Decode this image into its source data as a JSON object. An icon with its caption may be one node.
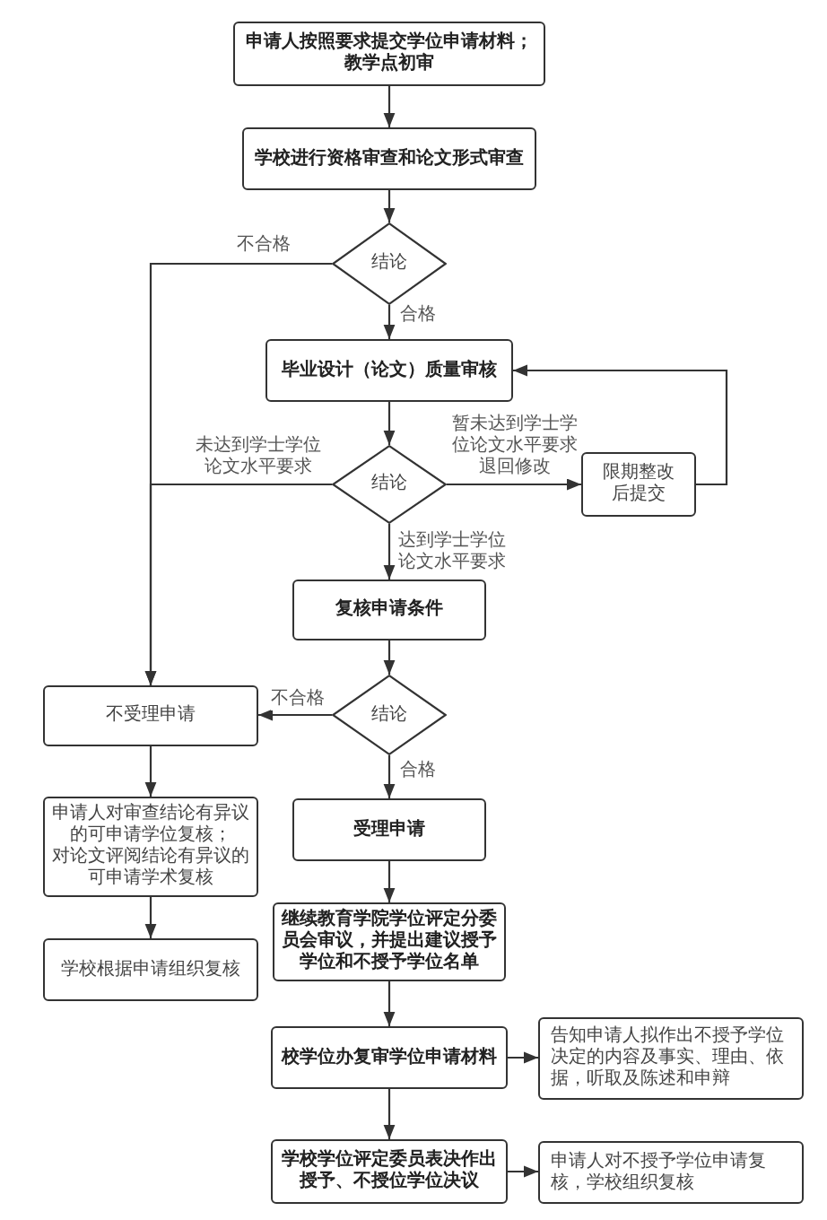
{
  "diagram": {
    "nodes": [
      {
        "text": [
          "申请人按照要求提交学位申请材料；",
          "教学点初审"
        ]
      },
      {
        "text": [
          "学校进行资格审查和论文形式审查"
        ]
      },
      {
        "text": [
          "结论"
        ]
      },
      {
        "text": [
          "毕业设计（论文）质量审核"
        ]
      },
      {
        "text": [
          "结论"
        ]
      },
      {
        "text": [
          "限期整改后提交"
        ]
      },
      {
        "text": [
          "复核申请条件"
        ]
      },
      {
        "text": [
          "结论"
        ]
      },
      {
        "text": [
          "不受理申请"
        ]
      },
      {
        "text": [
          "受理申请"
        ]
      },
      {
        "text": [
          "申请人对审查结论有异议的可申请学位复核；",
          "对论文评阅结论有异议的可申请学术复核"
        ]
      },
      {
        "text": [
          "学校根据申请组织复核"
        ]
      },
      {
        "text": [
          "继续教育学院学位评定分委员会审议，并提出建议授予学位和不授予学位名单"
        ]
      },
      {
        "text": [
          "校学位办复审学位申请材料"
        ]
      },
      {
        "text": [
          "告知申请人拟作出不授予学位决定的内容及事实、理由、依据，听取及陈述和申辩"
        ]
      },
      {
        "text": [
          "学校学位评定委员表决作出授予、不授位学位决议"
        ]
      },
      {
        "text": [
          "申请人对不授予学位申请复核，学校组织复核"
        ]
      }
    ],
    "edges": [
      {
        "from": 0,
        "to": 1,
        "arrow": "to"
      },
      {
        "from": 1,
        "to": 2,
        "arrow": "to"
      },
      {
        "from": 2,
        "to": 8,
        "arrow": "to",
        "label": "不合格"
      },
      {
        "from": 2,
        "to": 3,
        "arrow": "to",
        "label": "合格"
      },
      {
        "from": 3,
        "to": 4,
        "arrow": "to"
      },
      {
        "from": 4,
        "to": 8,
        "arrow": "to",
        "label": "未达到学士学位论文水平要求"
      },
      {
        "from": 4,
        "to": 5,
        "arrow": "to",
        "label": "暂未达到学士学位论文水平要求退回修改"
      },
      {
        "from": 5,
        "to": 3,
        "arrow": "to"
      },
      {
        "from": 4,
        "to": 6,
        "arrow": "to",
        "label": "达到学士学位论文水平要求"
      },
      {
        "from": 6,
        "to": 7,
        "arrow": "to"
      },
      {
        "from": 7,
        "to": 8,
        "arrow": "to",
        "label": "不合格"
      },
      {
        "from": 7,
        "to": 9,
        "arrow": "to",
        "label": "合格"
      },
      {
        "from": 8,
        "to": 10,
        "arrow": "to"
      },
      {
        "from": 10,
        "to": 11,
        "arrow": "to"
      },
      {
        "from": 9,
        "to": 12,
        "arrow": "to"
      },
      {
        "from": 12,
        "to": 13,
        "arrow": "to"
      },
      {
        "from": 13,
        "to": 14,
        "arrow": "to"
      },
      {
        "from": 13,
        "to": 15,
        "arrow": "to"
      },
      {
        "from": 15,
        "to": 16,
        "arrow": "to"
      }
    ]
  }
}
